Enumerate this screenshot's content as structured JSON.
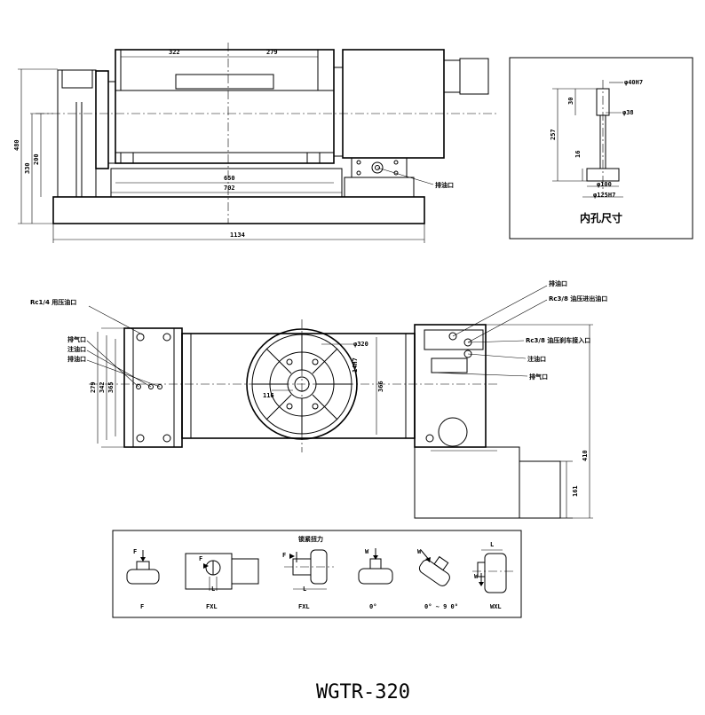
{
  "title": "WGTR-320",
  "side_view": {
    "dims": {
      "d322": "322",
      "d279": "279",
      "d650": "650",
      "d702": "702",
      "d1134": "1134",
      "d480": "480",
      "d330": "330",
      "d200": "200"
    },
    "drain_label": "排油口"
  },
  "bore_view": {
    "caption": "内孔尺寸",
    "dims": {
      "phi40": "φ40H7",
      "phi38": "φ38",
      "d257": "257",
      "d30": "30",
      "d16": "16",
      "phi100": "φ100",
      "phi125": "φ125H7"
    }
  },
  "top_view": {
    "dims": {
      "phi320": "φ320",
      "d116": "116",
      "d14": "14H7",
      "d366": "366",
      "d279": "279",
      "d342": "342",
      "d365": "365",
      "d410": "410",
      "d161": "161"
    },
    "labels": {
      "rc14": "Rc1/4  用压油口",
      "exhaust_left": "排气口",
      "fill_left": "注油口",
      "drain_left": "排油口",
      "drain_top": "排油口",
      "rc38_a": "Rc3/8  油压进出油口",
      "rc38_b": "Rc3/8  油压刹车接入口",
      "fill_right": "注油口",
      "exhaust_right": "排气口"
    }
  },
  "clamping": {
    "title": "锁紧扭力",
    "items": [
      {
        "label": "F",
        "top_label": "F"
      },
      {
        "label": "FXL",
        "top_label": "F",
        "dim": "L"
      },
      {
        "label": "FXL",
        "top_label": "F",
        "dim": "L"
      },
      {
        "label": "0°",
        "top_label": "W"
      },
      {
        "label": "0° ~ 9 0°",
        "top_label": "W"
      },
      {
        "label": "WXL",
        "top_label": "W",
        "dim": "L"
      }
    ]
  }
}
